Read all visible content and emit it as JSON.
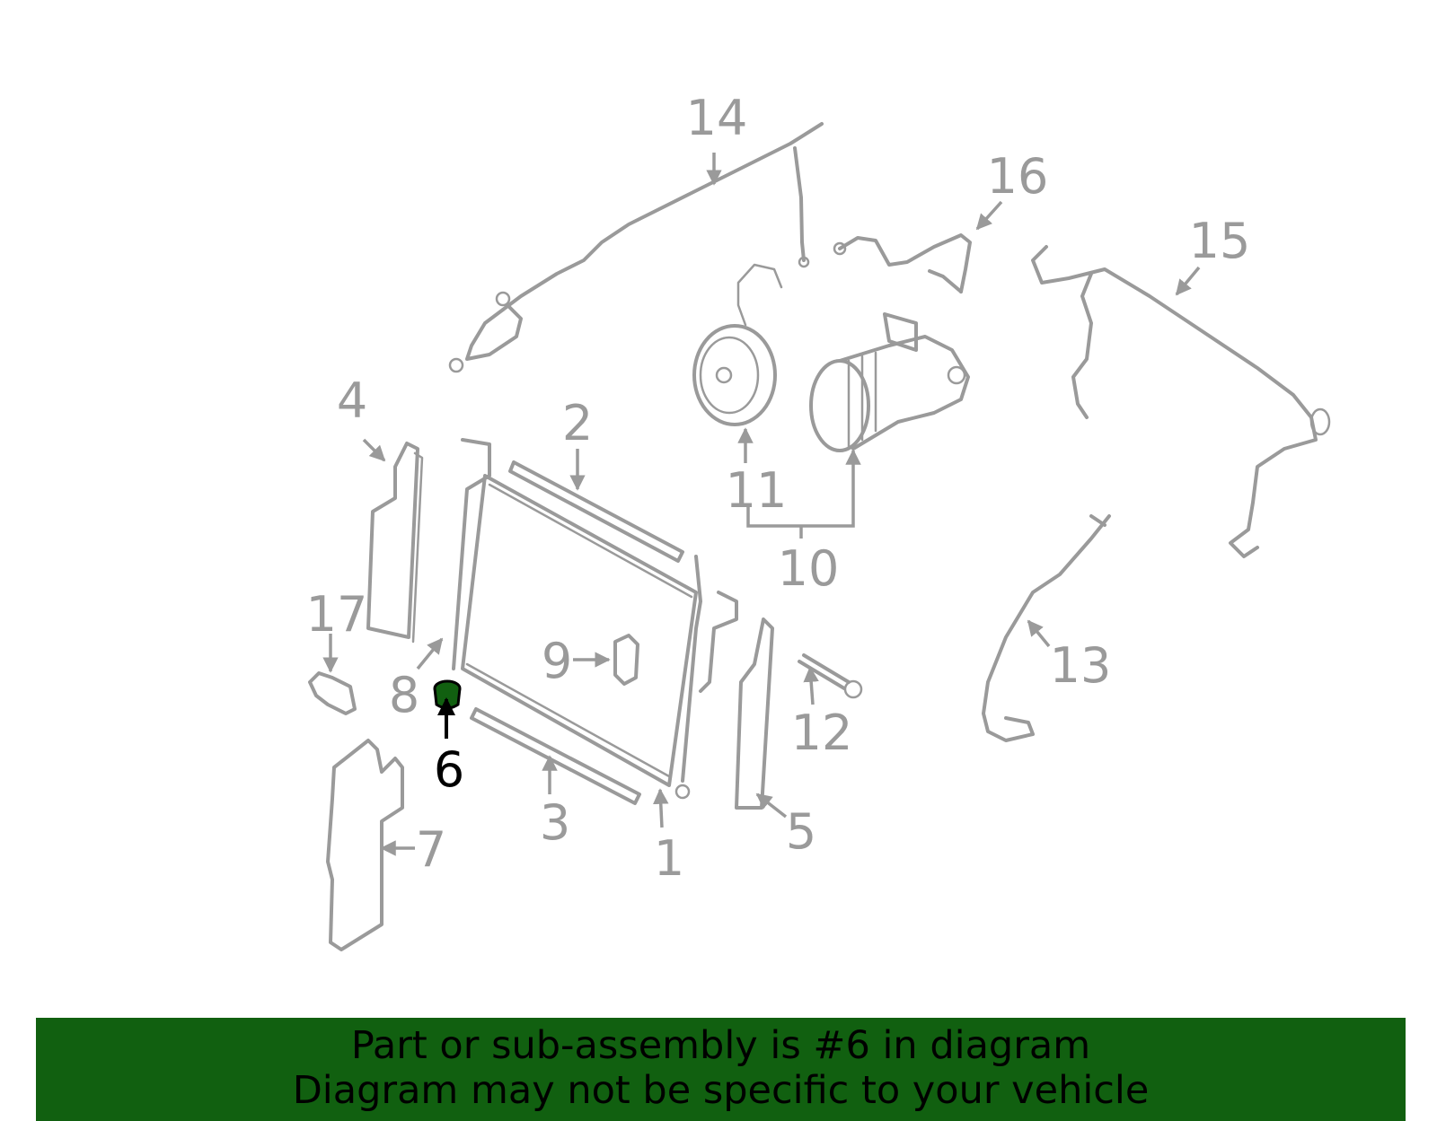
{
  "diagram": {
    "callouts": [
      {
        "id": "c1",
        "label": "1"
      },
      {
        "id": "c2",
        "label": "2"
      },
      {
        "id": "c3",
        "label": "3"
      },
      {
        "id": "c4",
        "label": "4"
      },
      {
        "id": "c5",
        "label": "5"
      },
      {
        "id": "c6",
        "label": "6"
      },
      {
        "id": "c7",
        "label": "7"
      },
      {
        "id": "c8",
        "label": "8"
      },
      {
        "id": "c9",
        "label": "9"
      },
      {
        "id": "c10",
        "label": "10"
      },
      {
        "id": "c11",
        "label": "11"
      },
      {
        "id": "c12",
        "label": "12"
      },
      {
        "id": "c13",
        "label": "13"
      },
      {
        "id": "c14",
        "label": "14"
      },
      {
        "id": "c15",
        "label": "15"
      },
      {
        "id": "c16",
        "label": "16"
      },
      {
        "id": "c17",
        "label": "17"
      }
    ],
    "highlighted_part": "6",
    "colors": {
      "parts": "#9a9a9a",
      "highlight": "#000000",
      "highlight_fill": "#116010"
    }
  },
  "banner": {
    "line1": "Part or sub-assembly is #6 in diagram",
    "line2": "Diagram may not be specific to your vehicle",
    "background": "#116010"
  }
}
